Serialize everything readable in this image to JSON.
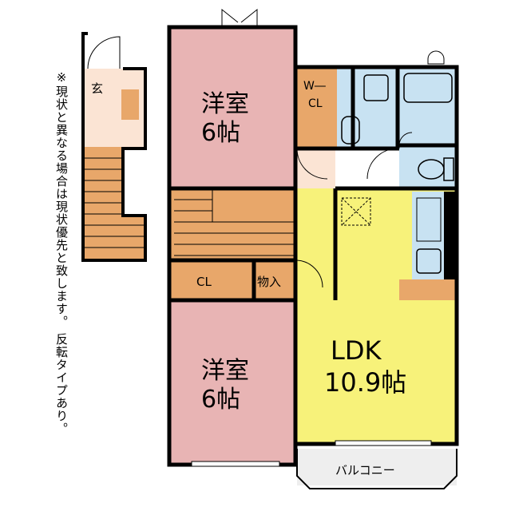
{
  "note": "※現状と異なる場合は現状優先と致します。 反転タイプあり。",
  "rooms": {
    "western1": {
      "name": "洋室",
      "size": "6帖"
    },
    "western2": {
      "name": "洋室",
      "size": "6帖"
    },
    "ldk": {
      "name": "LDK",
      "size": "10.9帖"
    },
    "wcl": {
      "line1": "W―",
      "line2": "CL"
    },
    "cl": "CL",
    "storage": "物入",
    "entrance": "玄",
    "balcony": "バルコニー"
  },
  "colors": {
    "western": "#e8b4b4",
    "ldk": "#f7f27a",
    "closet": "#e8a76a",
    "wet": "#c8e2f2",
    "floor": "#fbe4d4",
    "balcony": "#eeeeee",
    "stairs": "#e8a76a",
    "wall": "#000000"
  }
}
